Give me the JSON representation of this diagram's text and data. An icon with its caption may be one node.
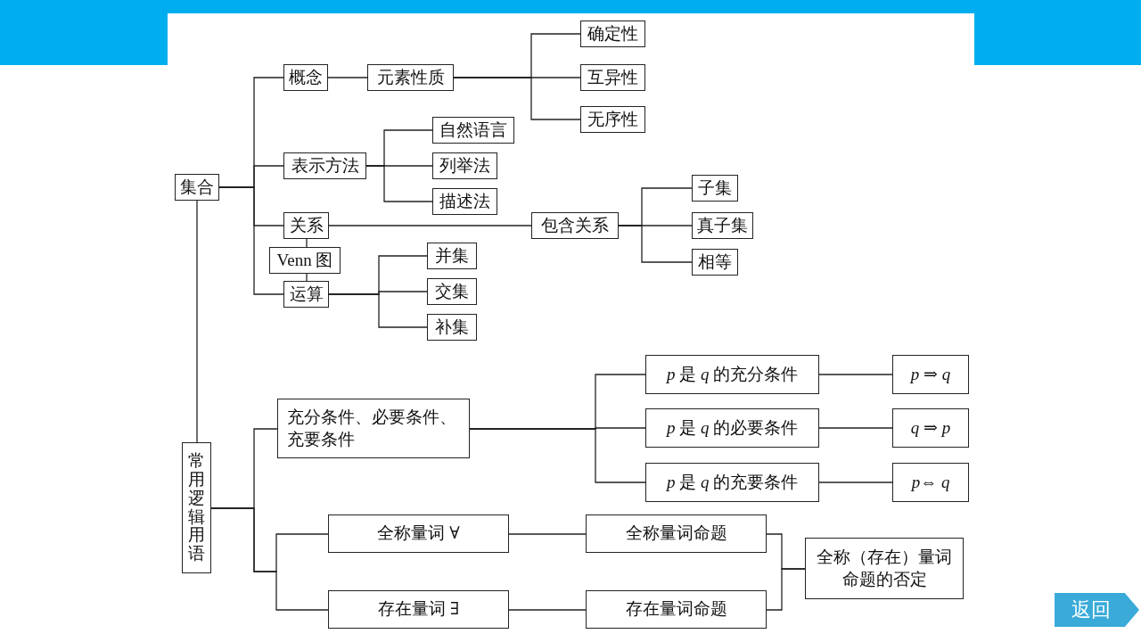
{
  "diagram": {
    "nodes": [
      {
        "text": [
          "集合"
        ]
      },
      {
        "text": [
          "概念"
        ]
      },
      {
        "text": [
          "元素性质"
        ]
      },
      {
        "text": [
          "确定性"
        ]
      },
      {
        "text": [
          "互异性"
        ]
      },
      {
        "text": [
          "无序性"
        ]
      },
      {
        "text": [
          "表示方法"
        ]
      },
      {
        "text": [
          "自然语言"
        ]
      },
      {
        "text": [
          "列举法"
        ]
      },
      {
        "text": [
          "描述法"
        ]
      },
      {
        "text": [
          "关系"
        ]
      },
      {
        "text": [
          "包含关系"
        ]
      },
      {
        "text": [
          "子集"
        ]
      },
      {
        "text": [
          "真子集"
        ]
      },
      {
        "text": [
          "相等"
        ]
      },
      {
        "text": [
          "Venn 图"
        ]
      },
      {
        "text": [
          "运算"
        ]
      },
      {
        "text": [
          "并集"
        ]
      },
      {
        "text": [
          "交集"
        ]
      },
      {
        "text": [
          "补集"
        ]
      },
      {
        "text": [
          "常用逻辑用语"
        ]
      },
      {
        "text": [
          "充分条件、必要条件、充要条件"
        ]
      },
      {
        "text": [
          "*p* 是 *q* 的充分条件"
        ]
      },
      {
        "text": [
          "*p* 是 *q* 的必要条件"
        ]
      },
      {
        "text": [
          "*p* 是 *q* 的充要条件"
        ]
      },
      {
        "text": [
          "*p* ⇒ *q*"
        ]
      },
      {
        "text": [
          "*q* ⇒ *p*"
        ]
      },
      {
        "text": [
          "*p*⇔ *q*"
        ]
      },
      {
        "text": [
          "全称量词 ∀"
        ]
      },
      {
        "text": [
          "存在量词 ∃"
        ]
      },
      {
        "text": [
          "全称量词命题"
        ]
      },
      {
        "text": [
          "存在量词命题"
        ]
      },
      {
        "text": [
          "全称（存在）量词命题的否定"
        ]
      }
    ],
    "edges": [
      {
        "from": 0,
        "to": 1,
        "arrow": "none"
      },
      {
        "from": 0,
        "to": 6,
        "arrow": "none"
      },
      {
        "from": 0,
        "to": 10,
        "arrow": "none"
      },
      {
        "from": 0,
        "to": 16,
        "arrow": "none"
      },
      {
        "from": 1,
        "to": 2,
        "arrow": "none"
      },
      {
        "from": 2,
        "to": 3,
        "arrow": "none"
      },
      {
        "from": 2,
        "to": 4,
        "arrow": "none"
      },
      {
        "from": 2,
        "to": 5,
        "arrow": "none"
      },
      {
        "from": 6,
        "to": 7,
        "arrow": "none"
      },
      {
        "from": 6,
        "to": 8,
        "arrow": "none"
      },
      {
        "from": 6,
        "to": 9,
        "arrow": "none"
      },
      {
        "from": 10,
        "to": 11,
        "arrow": "none"
      },
      {
        "from": 11,
        "to": 12,
        "arrow": "none"
      },
      {
        "from": 11,
        "to": 13,
        "arrow": "none"
      },
      {
        "from": 11,
        "to": 14,
        "arrow": "none"
      },
      {
        "from": 10,
        "to": 15,
        "arrow": "none"
      },
      {
        "from": 15,
        "to": 16,
        "arrow": "none"
      },
      {
        "from": 16,
        "to": 17,
        "arrow": "none"
      },
      {
        "from": 16,
        "to": 18,
        "arrow": "none"
      },
      {
        "from": 16,
        "to": 19,
        "arrow": "none"
      },
      {
        "from": 0,
        "to": 20,
        "arrow": "none"
      },
      {
        "from": 20,
        "to": 21,
        "arrow": "none"
      },
      {
        "from": 20,
        "to": 28,
        "arrow": "none"
      },
      {
        "from": 20,
        "to": 29,
        "arrow": "none"
      },
      {
        "from": 21,
        "to": 22,
        "arrow": "none"
      },
      {
        "from": 21,
        "to": 23,
        "arrow": "none"
      },
      {
        "from": 21,
        "to": 24,
        "arrow": "none"
      },
      {
        "from": 22,
        "to": 25,
        "arrow": "none"
      },
      {
        "from": 23,
        "to": 26,
        "arrow": "none"
      },
      {
        "from": 24,
        "to": 27,
        "arrow": "none"
      },
      {
        "from": 28,
        "to": 30,
        "arrow": "none"
      },
      {
        "from": 29,
        "to": 31,
        "arrow": "none"
      },
      {
        "from": 30,
        "to": 32,
        "arrow": "none"
      },
      {
        "from": 31,
        "to": 32,
        "arrow": "none"
      }
    ],
    "labels": [
      "返回"
    ]
  }
}
